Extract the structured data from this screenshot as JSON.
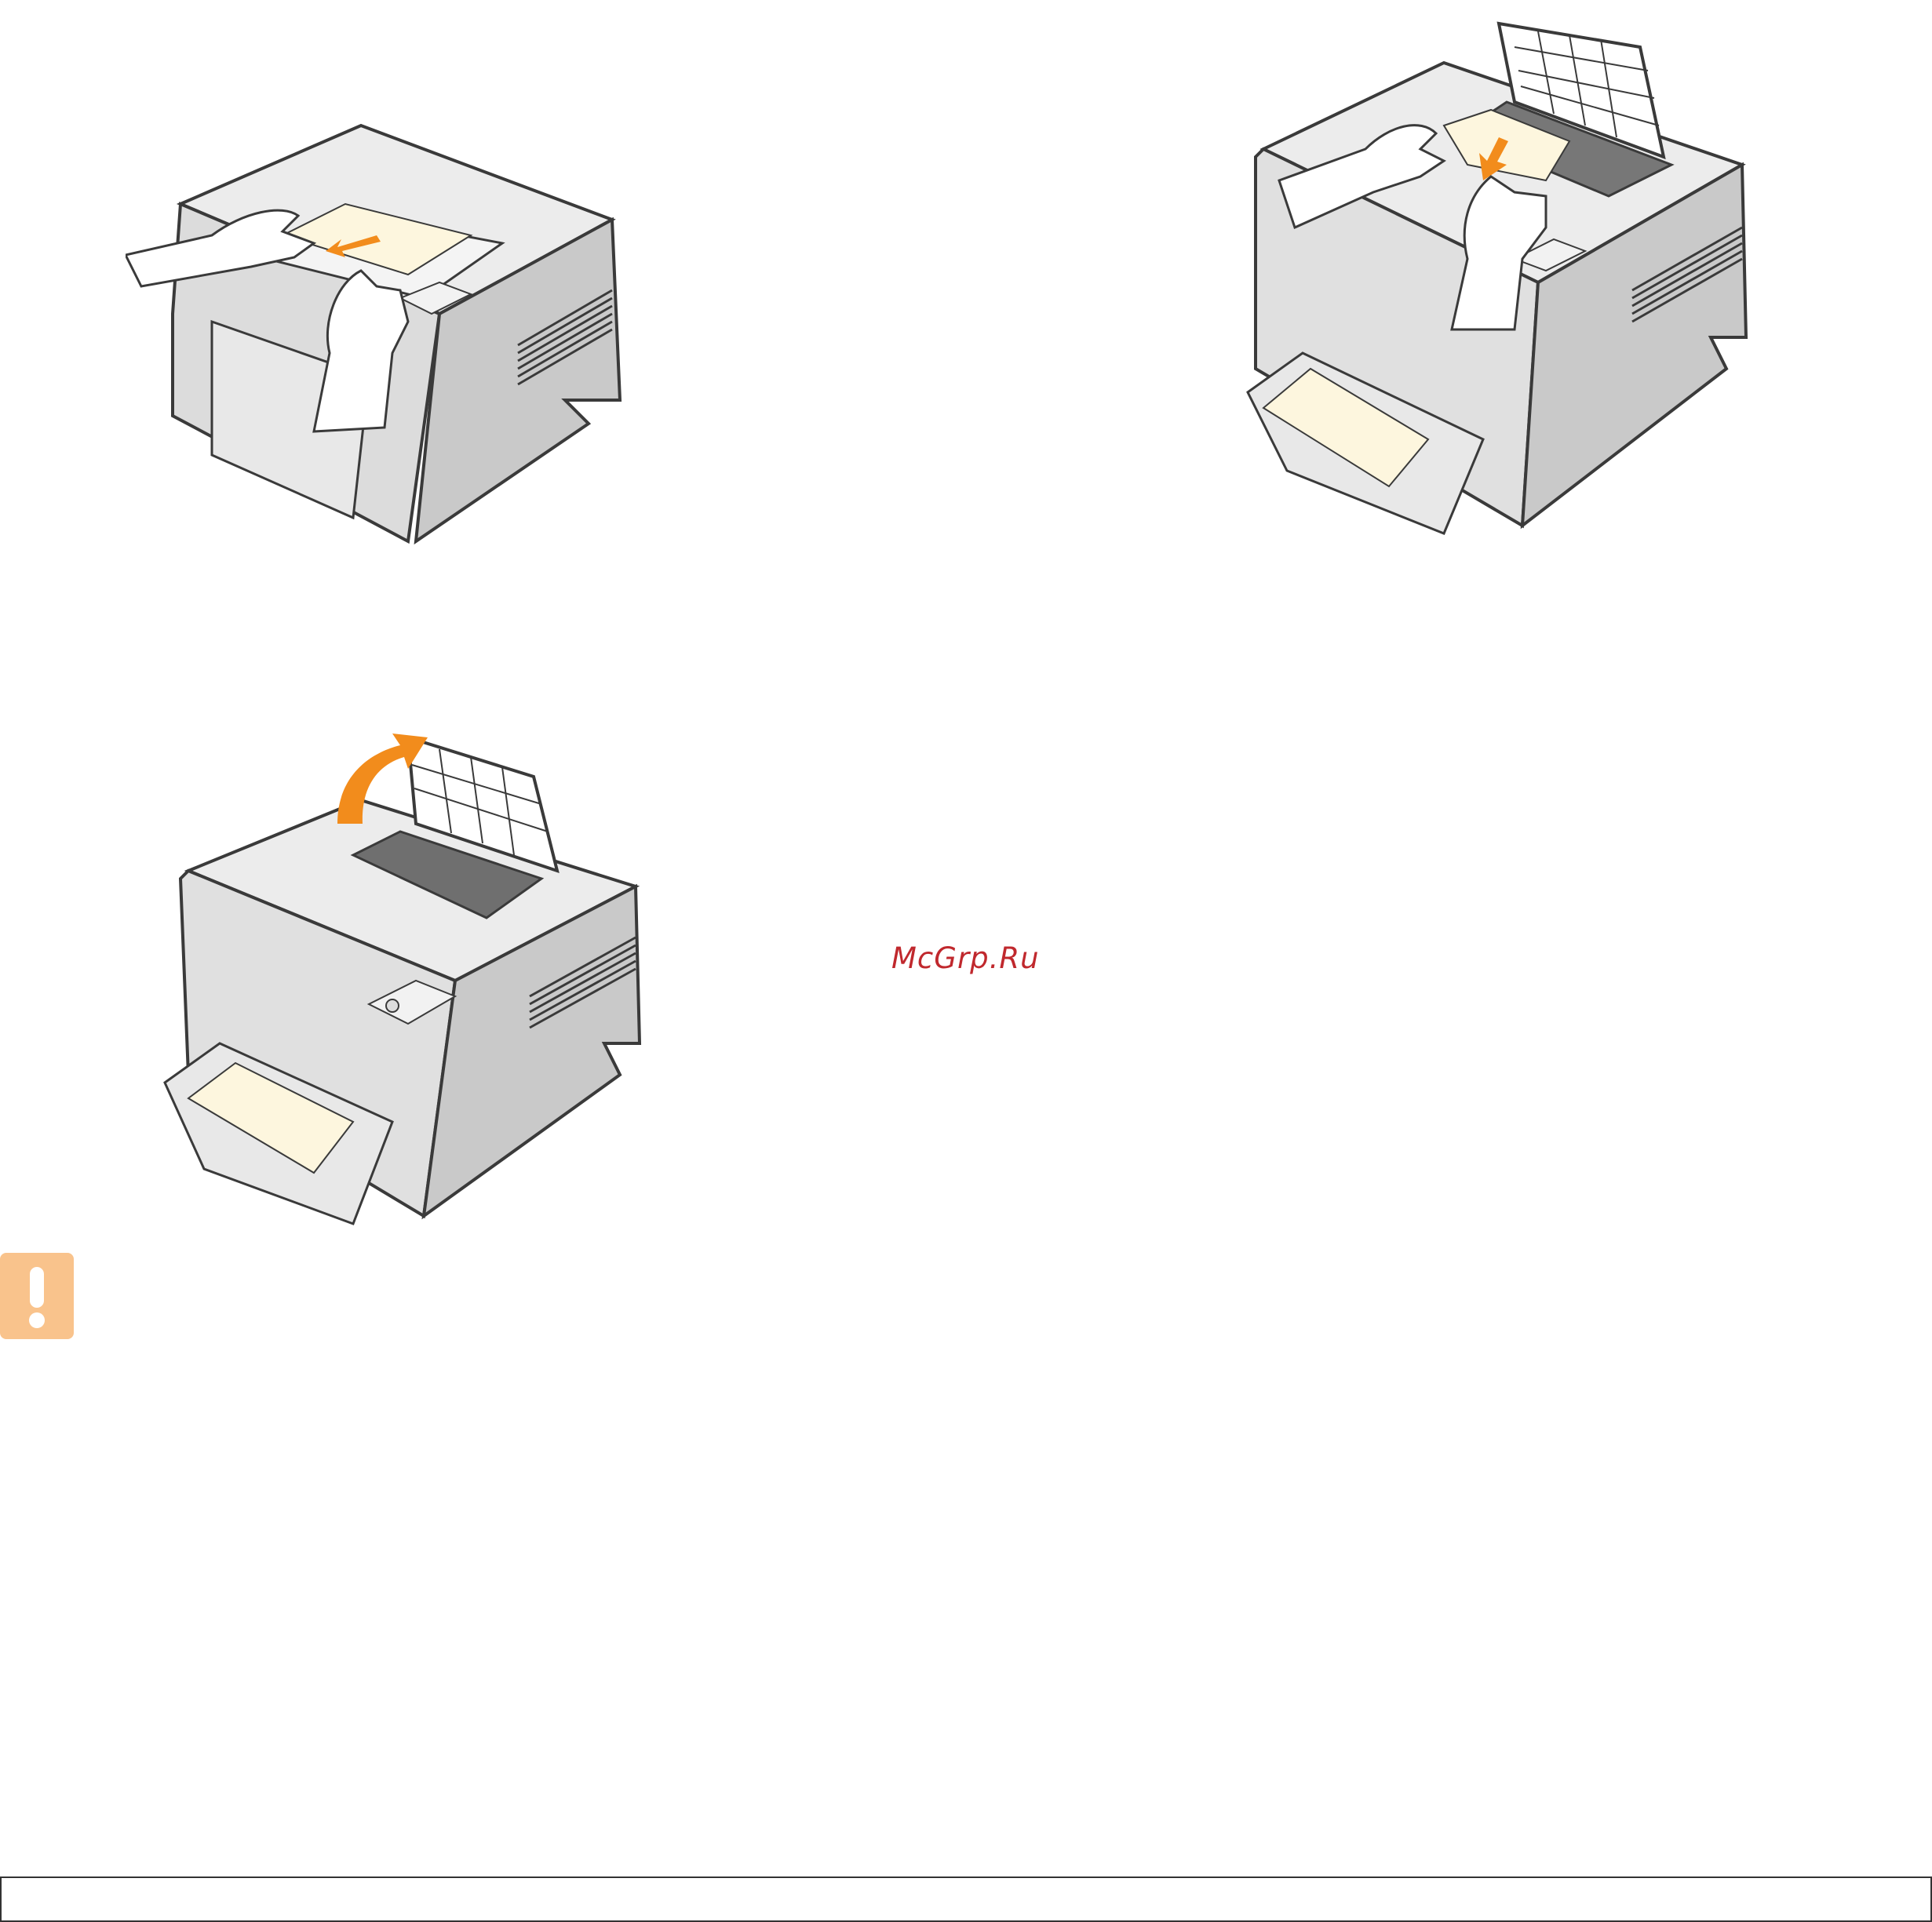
{
  "watermark": {
    "text": "McGrp.Ru",
    "color": "#c0282d"
  },
  "illustrations": [
    {
      "name": "remove-paper-from-output-area",
      "icon": "printer-with-hands-pulling-paper"
    },
    {
      "name": "remove-paper-under-open-inner-cover",
      "icon": "printer-open-cover-hands-pulling-paper"
    },
    {
      "name": "open-inner-cover",
      "icon": "printer-inner-cover-open-arrow"
    }
  ],
  "caution_icon": {
    "icon": "exclamation-caution-icon",
    "color": "#f9c38c"
  },
  "colors": {
    "arrow": "#f28c1c",
    "paper": "#fdf6de",
    "printer_body": "#e6e6e6",
    "outline": "#3a3a3a"
  }
}
